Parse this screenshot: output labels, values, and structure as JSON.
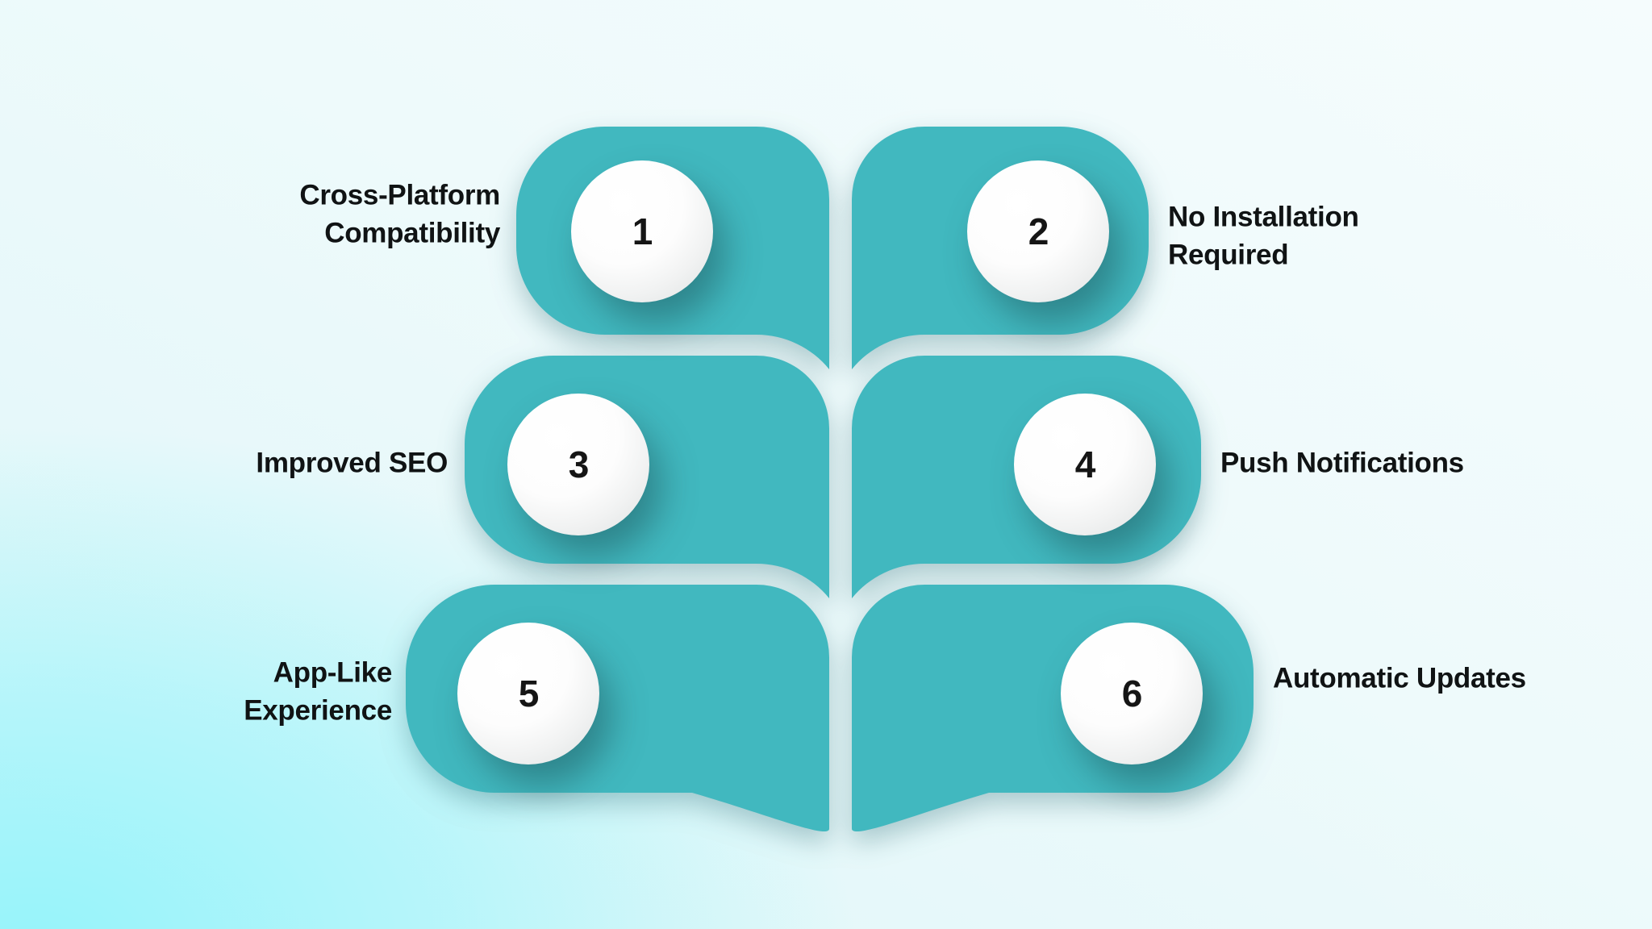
{
  "colors": {
    "teal": "#41b8bf",
    "background_light": "#f5fcfd",
    "background_cyan": "#96f4fa",
    "circle_fill": "#ffffff",
    "text": "#101314"
  },
  "items": [
    {
      "number": "1",
      "label": "Cross-Platform\nCompatibility",
      "side": "left"
    },
    {
      "number": "2",
      "label": "No Installation\nRequired",
      "side": "right"
    },
    {
      "number": "3",
      "label": "Improved SEO",
      "side": "left"
    },
    {
      "number": "4",
      "label": "Push Notifications",
      "side": "right"
    },
    {
      "number": "5",
      "label": "App-Like\nExperience",
      "side": "left"
    },
    {
      "number": "6",
      "label": "Automatic Updates",
      "side": "right"
    }
  ]
}
